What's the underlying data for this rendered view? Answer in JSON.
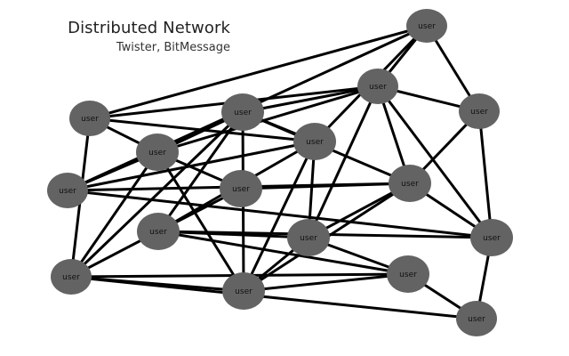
{
  "header": {
    "title": "Distributed Network",
    "subtitle": "Twister, BitMessage"
  },
  "node_label": "user",
  "colors": {
    "node_fill": "#636363",
    "edge_stroke": "#000000",
    "title_text": "#222222"
  },
  "nodes": [
    {
      "id": "n1",
      "label": "user"
    },
    {
      "id": "n2",
      "label": "user"
    },
    {
      "id": "n3",
      "label": "user"
    },
    {
      "id": "n4",
      "label": "user"
    },
    {
      "id": "n5",
      "label": "user"
    },
    {
      "id": "n6",
      "label": "user"
    },
    {
      "id": "n7",
      "label": "user"
    },
    {
      "id": "n8",
      "label": "user"
    },
    {
      "id": "n9",
      "label": "user"
    },
    {
      "id": "n10",
      "label": "user"
    },
    {
      "id": "n11",
      "label": "user"
    },
    {
      "id": "n12",
      "label": "user"
    },
    {
      "id": "n13",
      "label": "user"
    },
    {
      "id": "n14",
      "label": "user"
    },
    {
      "id": "n15",
      "label": "user"
    },
    {
      "id": "n16",
      "label": "user"
    },
    {
      "id": "n17",
      "label": "user"
    }
  ],
  "edges": [
    [
      "n1",
      "n2"
    ],
    [
      "n1",
      "n4"
    ],
    [
      "n1",
      "n5"
    ],
    [
      "n1",
      "n7"
    ],
    [
      "n1",
      "n8"
    ],
    [
      "n2",
      "n4"
    ],
    [
      "n2",
      "n6"
    ],
    [
      "n2",
      "n7"
    ],
    [
      "n2",
      "n13"
    ],
    [
      "n3",
      "n4"
    ],
    [
      "n3",
      "n6"
    ],
    [
      "n3",
      "n7"
    ],
    [
      "n3",
      "n10"
    ],
    [
      "n3",
      "n11"
    ],
    [
      "n3",
      "n13"
    ],
    [
      "n3",
      "n15"
    ],
    [
      "n4",
      "n5"
    ],
    [
      "n4",
      "n6"
    ],
    [
      "n4",
      "n10"
    ],
    [
      "n4",
      "n12"
    ],
    [
      "n4",
      "n14"
    ],
    [
      "n5",
      "n10"
    ],
    [
      "n5",
      "n14"
    ],
    [
      "n6",
      "n8"
    ],
    [
      "n6",
      "n9"
    ],
    [
      "n6",
      "n13"
    ],
    [
      "n6",
      "n15"
    ],
    [
      "n7",
      "n8"
    ],
    [
      "n7",
      "n11"
    ],
    [
      "n7",
      "n12"
    ],
    [
      "n7",
      "n15"
    ],
    [
      "n8",
      "n10"
    ],
    [
      "n8",
      "n14"
    ],
    [
      "n9",
      "n10"
    ],
    [
      "n9",
      "n11"
    ],
    [
      "n10",
      "n12"
    ],
    [
      "n10",
      "n14"
    ],
    [
      "n10",
      "n15"
    ],
    [
      "n11",
      "n12"
    ],
    [
      "n11",
      "n13"
    ],
    [
      "n11",
      "n14"
    ],
    [
      "n11",
      "n16"
    ],
    [
      "n12",
      "n15"
    ],
    [
      "n12",
      "n16"
    ],
    [
      "n13",
      "n15"
    ],
    [
      "n13",
      "n16"
    ],
    [
      "n13",
      "n17"
    ],
    [
      "n14",
      "n17"
    ],
    [
      "n15",
      "n16"
    ],
    [
      "n16",
      "n17"
    ]
  ]
}
